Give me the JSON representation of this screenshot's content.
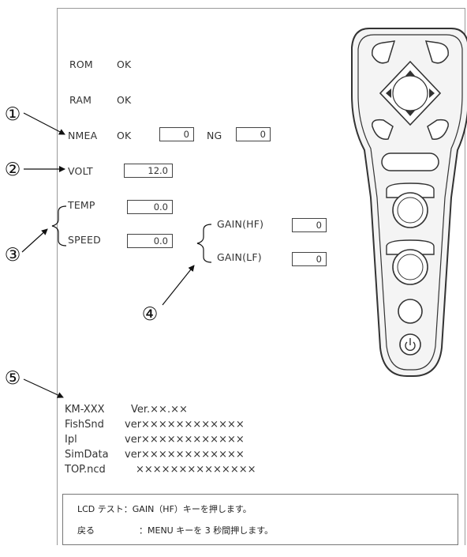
{
  "diag": {
    "rom": {
      "label": "ROM",
      "status": "OK"
    },
    "ram": {
      "label": "RAM",
      "status": "OK"
    },
    "nmea": {
      "label": "NMEA",
      "ok_label": "OK",
      "ok_value": "0",
      "ng_label": "NG",
      "ng_value": "0"
    },
    "volt": {
      "label": "VOLT",
      "value": "12.0"
    },
    "temp": {
      "label": "TEMP",
      "value": "0.0"
    },
    "speed": {
      "label": "SPEED",
      "value": "0.0"
    },
    "gain_hf": {
      "label": "GAIN(HF)",
      "value": "0"
    },
    "gain_lf": {
      "label": "GAIN(LF)",
      "value": "0"
    }
  },
  "callouts": [
    "①",
    "②",
    "③",
    "④",
    "⑤"
  ],
  "versions": [
    {
      "name": "KM-XXX",
      "value": "Ver.××.××"
    },
    {
      "name": "FishSnd",
      "value": "ver××××××××××××"
    },
    {
      "name": "Ipl",
      "value": "ver××××××××××××"
    },
    {
      "name": "SimData",
      "value": "ver××××××××××××"
    },
    {
      "name": "TOP.ncd",
      "value": "××××××××××××××"
    }
  ],
  "instructions": {
    "line1": "LCD テスト：GAIN（HF）キーを押します。",
    "line2_label": "戻る",
    "line2_text": "：MENU キーを 3 秒間押します。"
  },
  "icons": [
    "up-arrow-icon",
    "down-arrow-icon",
    "left-arrow-icon",
    "right-arrow-icon",
    "power-icon"
  ]
}
